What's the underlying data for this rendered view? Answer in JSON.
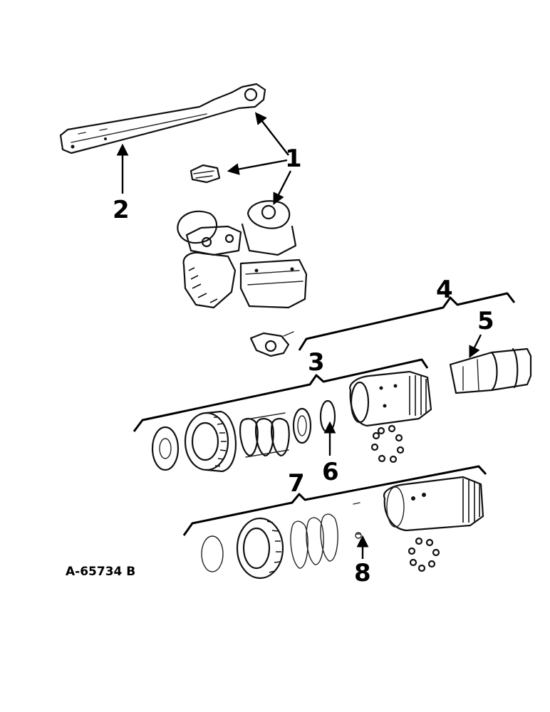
{
  "figure_number": "A-65734 B",
  "callouts": {
    "c1": "1",
    "c2": "2",
    "c3": "3",
    "c4": "4",
    "c5": "5",
    "c6": "6",
    "c7": "7",
    "c8": "8"
  }
}
